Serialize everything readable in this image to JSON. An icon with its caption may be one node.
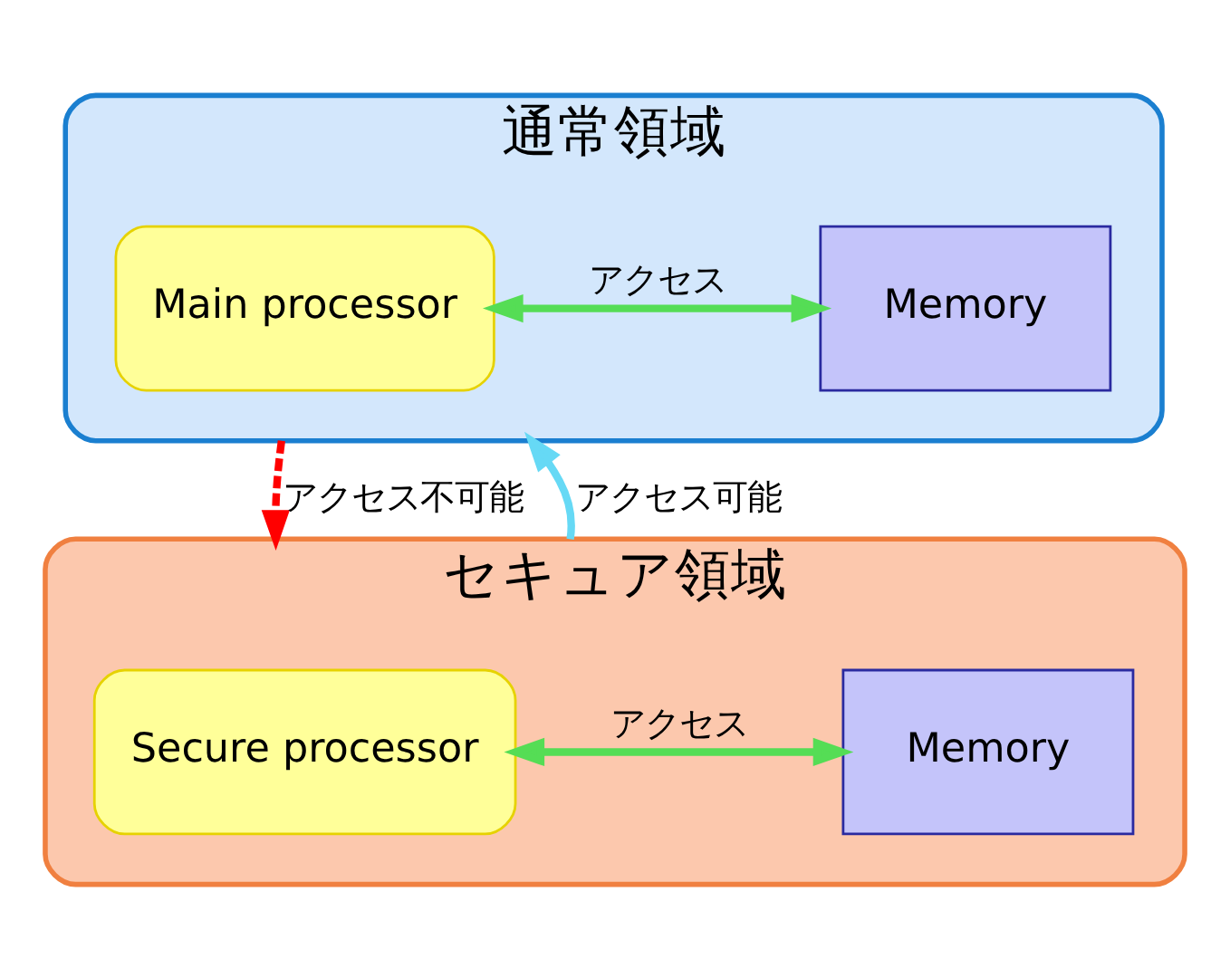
{
  "diagram": {
    "nodes": [
      {
        "text": [
          "通常領域"
        ]
      },
      {
        "text": [
          "Main processor"
        ],
        "in": 0
      },
      {
        "text": [
          "Memory"
        ],
        "in": 0
      },
      {
        "text": [
          "セキュア領域"
        ]
      },
      {
        "text": [
          "Secure processor"
        ],
        "in": 3
      },
      {
        "text": [
          "Memory"
        ],
        "in": 3
      }
    ],
    "edges": [
      {
        "from": 1,
        "to": 2,
        "arrow": "both",
        "label": "アクセス"
      },
      {
        "from": 0,
        "to": 3,
        "arrow": "to",
        "label": "アクセス不可能",
        "style": "dashed",
        "color": "#ff0000"
      },
      {
        "from": 4,
        "to": 5,
        "arrow": "both",
        "label": "アクセス"
      },
      {
        "from": 3,
        "to": 0,
        "arrow": "to",
        "label": "アクセス可能",
        "color": "#66d9f5"
      }
    ]
  }
}
